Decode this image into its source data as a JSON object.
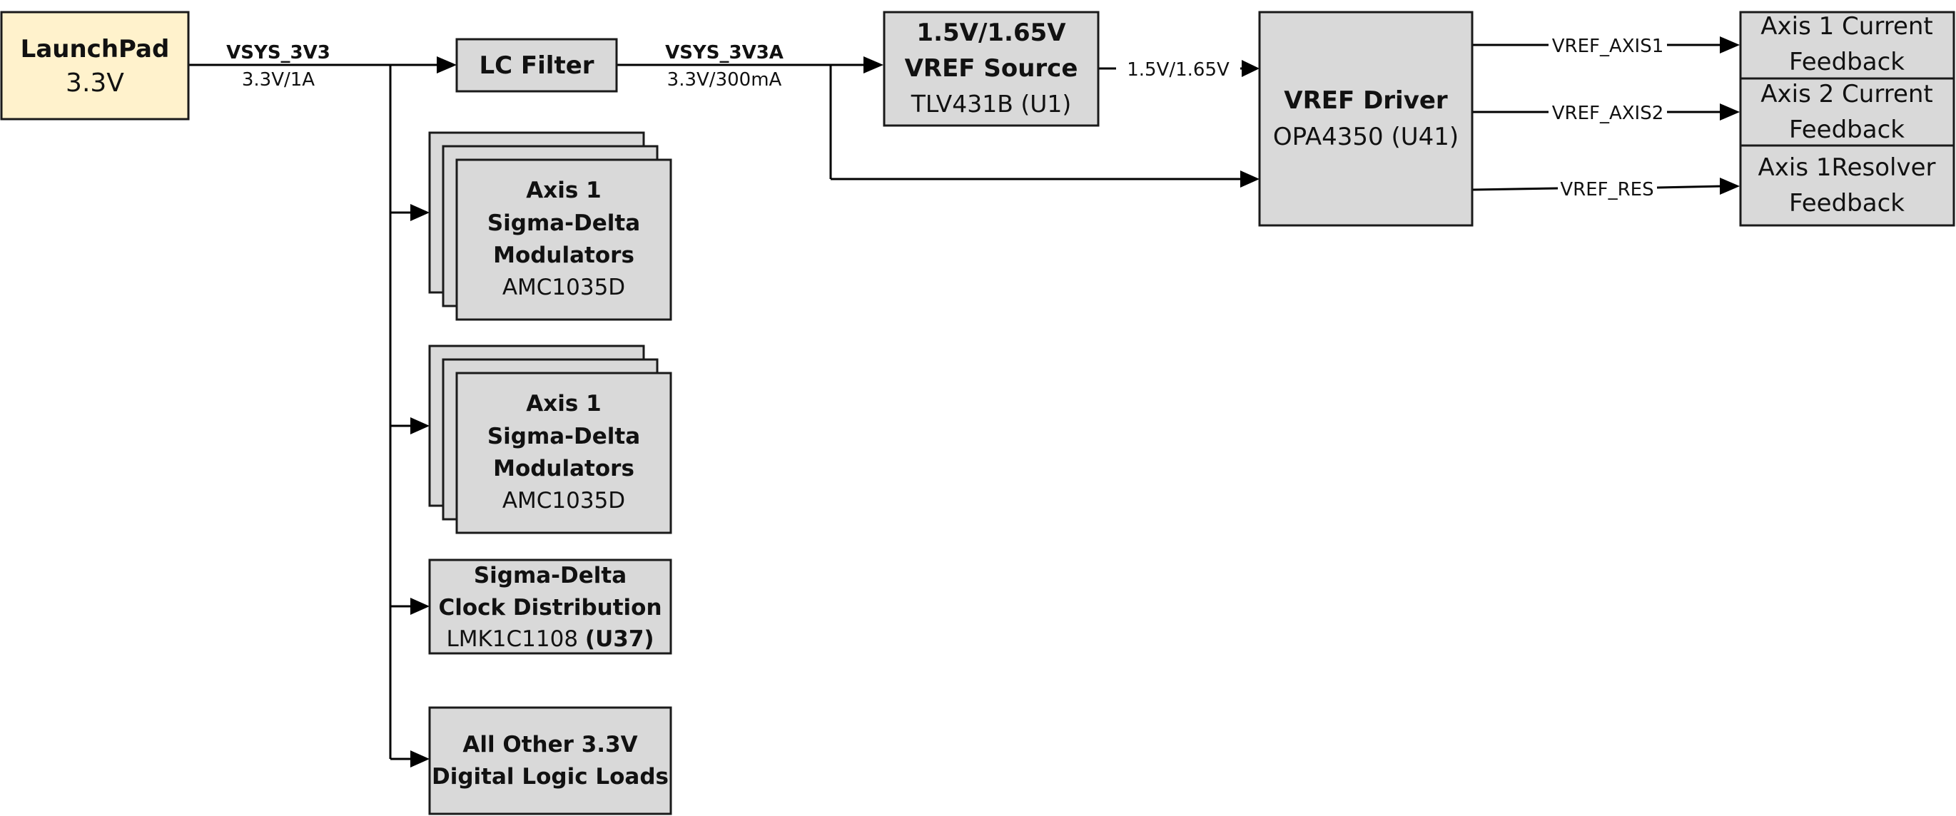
{
  "colors": {
    "block_fill": "#d9d9d9",
    "source_fill": "#fff2cc",
    "line": "#000000"
  },
  "source": {
    "title": "LaunchPad",
    "voltage": "3.3V"
  },
  "rail1": {
    "name": "VSYS_3V3",
    "rating": "3.3V/1A"
  },
  "lc_filter": {
    "title": "LC Filter"
  },
  "rail2": {
    "name": "VSYS_3V3A",
    "rating": "3.3V/300mA"
  },
  "vref_source": {
    "line1": "1.5V/1.65V",
    "line2": "VREF Source",
    "part": "TLV431B (U1)"
  },
  "vref_link": {
    "label": "1.5V/1.65V"
  },
  "vref_driver": {
    "title": "VREF Driver",
    "part": "OPA4350 (U41)"
  },
  "outputs": [
    {
      "net": "VREF_AXIS1",
      "line1": "Axis 1 Current",
      "line2": "Feedback"
    },
    {
      "net": "VREF_AXIS2",
      "line1": "Axis 2 Current",
      "line2": "Feedback"
    },
    {
      "net": "VREF_RES",
      "line1": "Axis 1Resolver",
      "line2": "Feedback"
    }
  ],
  "modulators": [
    {
      "line1": "Axis 1",
      "line2": "Sigma-Delta",
      "line3": "Modulators",
      "part": "AMC1035D"
    },
    {
      "line1": "Axis 1",
      "line2": "Sigma-Delta",
      "line3": "Modulators",
      "part": "AMC1035D"
    }
  ],
  "clock": {
    "line1": "Sigma-Delta",
    "line2": "Clock Distribution",
    "part": "LMK1C1108",
    "ref": "(U37)"
  },
  "other_loads": {
    "line1": "All Other 3.3V",
    "line2": "Digital Logic Loads"
  }
}
